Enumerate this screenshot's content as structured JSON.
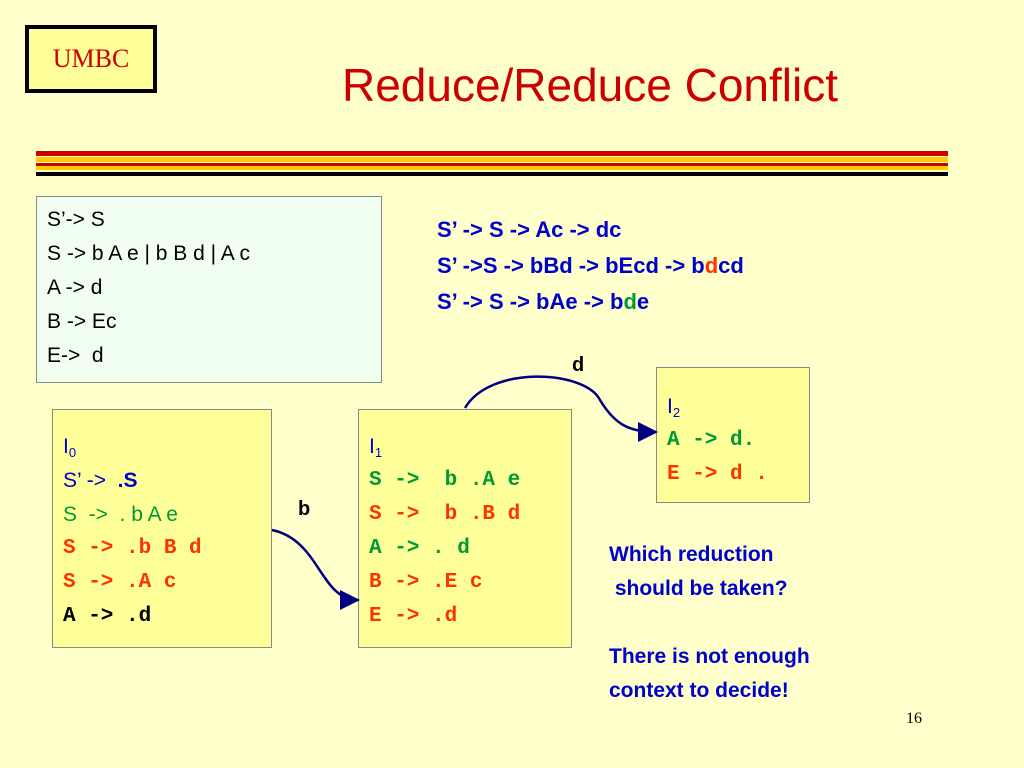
{
  "logo": "UMBC",
  "title": "Reduce/Reduce Conflict",
  "colors": {
    "background": "#FFFFCC",
    "title": "#CC0000",
    "band_red": "#CC0000",
    "band_yellow": "#FFCC00",
    "text_blue": "#0000CC",
    "text_green": "#009933",
    "text_red": "#FF3300"
  },
  "grammar": [
    "S’-> S",
    "S -> b A e | b B d | A c",
    "A -> d",
    "B -> Ec",
    "E->  d"
  ],
  "derivations": [
    {
      "prefix": "S’ -> S -> Ac -> dc",
      "mid": "",
      "suffix": ""
    },
    {
      "prefix": "S’ ->S -> bBd -> bEcd -> b",
      "mid": "d",
      "suffix": "cd"
    },
    {
      "prefix": "S’ -> S -> bAe -> b",
      "mid": "d",
      "suffix": "e"
    }
  ],
  "state0": {
    "name": "I",
    "index": "0",
    "items": [
      {
        "text": "S’ ->  ",
        "bold_tail": ".S"
      },
      {
        "text": "S  ->  . b A e"
      },
      {
        "text": "S -> .b B d"
      },
      {
        "text": "S -> .A c"
      },
      {
        "text": "A -> .d"
      }
    ]
  },
  "state1": {
    "name": "I",
    "index": "1",
    "items": [
      {
        "text": "S ->  b .A e"
      },
      {
        "text": "S ->  b .B d"
      },
      {
        "text": "A -> . d"
      },
      {
        "text": "B -> .E c"
      },
      {
        "text": "E -> .d"
      }
    ]
  },
  "state2": {
    "name": "I",
    "index": "2",
    "items": [
      {
        "text": "A -> d."
      },
      {
        "text": "E -> d ."
      }
    ]
  },
  "transitions": {
    "b": "b",
    "d": "d"
  },
  "question": "Which reduction\n should be taken?\n\nThere is not enough\ncontext to decide!",
  "page_number": "16"
}
